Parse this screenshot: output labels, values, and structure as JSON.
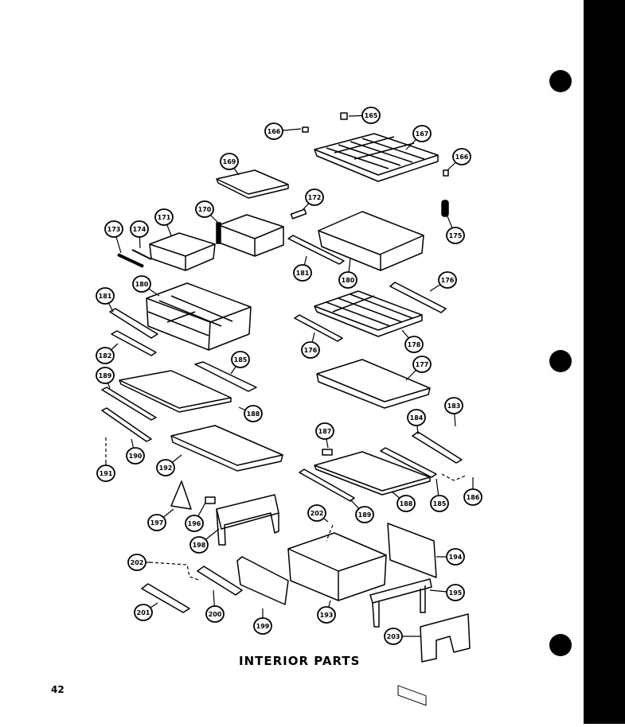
{
  "title": "INTERIOR PARTS",
  "page_number": "42",
  "callouts": [
    {
      "id": "c165",
      "label": "165"
    },
    {
      "id": "c166a",
      "label": "166"
    },
    {
      "id": "c167",
      "label": "167"
    },
    {
      "id": "c166b",
      "label": "166"
    },
    {
      "id": "c169",
      "label": "169"
    },
    {
      "id": "c172",
      "label": "172"
    },
    {
      "id": "c170",
      "label": "170"
    },
    {
      "id": "c171",
      "label": "171"
    },
    {
      "id": "c174",
      "label": "174"
    },
    {
      "id": "c173",
      "label": "173"
    },
    {
      "id": "c175",
      "label": "175"
    },
    {
      "id": "c181a",
      "label": "181"
    },
    {
      "id": "c180a",
      "label": "180"
    },
    {
      "id": "c180b",
      "label": "180"
    },
    {
      "id": "c176a",
      "label": "176"
    },
    {
      "id": "c181b",
      "label": "181"
    },
    {
      "id": "c176b",
      "label": "176"
    },
    {
      "id": "c178",
      "label": "178"
    },
    {
      "id": "c182",
      "label": "182"
    },
    {
      "id": "c185a",
      "label": "185"
    },
    {
      "id": "c177",
      "label": "177"
    },
    {
      "id": "c189a",
      "label": "189"
    },
    {
      "id": "c188a",
      "label": "188"
    },
    {
      "id": "c183",
      "label": "183"
    },
    {
      "id": "c184",
      "label": "184"
    },
    {
      "id": "c187",
      "label": "187"
    },
    {
      "id": "c191",
      "label": "191"
    },
    {
      "id": "c190",
      "label": "190"
    },
    {
      "id": "c192",
      "label": "192"
    },
    {
      "id": "c189b",
      "label": "189"
    },
    {
      "id": "c188b",
      "label": "188"
    },
    {
      "id": "c185b",
      "label": "185"
    },
    {
      "id": "c186",
      "label": "186"
    },
    {
      "id": "c197",
      "label": "197"
    },
    {
      "id": "c196",
      "label": "196"
    },
    {
      "id": "c198",
      "label": "198"
    },
    {
      "id": "c202a",
      "label": "202"
    },
    {
      "id": "c194",
      "label": "194"
    },
    {
      "id": "c202b",
      "label": "202"
    },
    {
      "id": "c201",
      "label": "201"
    },
    {
      "id": "c200",
      "label": "200"
    },
    {
      "id": "c199",
      "label": "199"
    },
    {
      "id": "c193",
      "label": "193"
    },
    {
      "id": "c195",
      "label": "195"
    },
    {
      "id": "c203",
      "label": "203"
    }
  ]
}
